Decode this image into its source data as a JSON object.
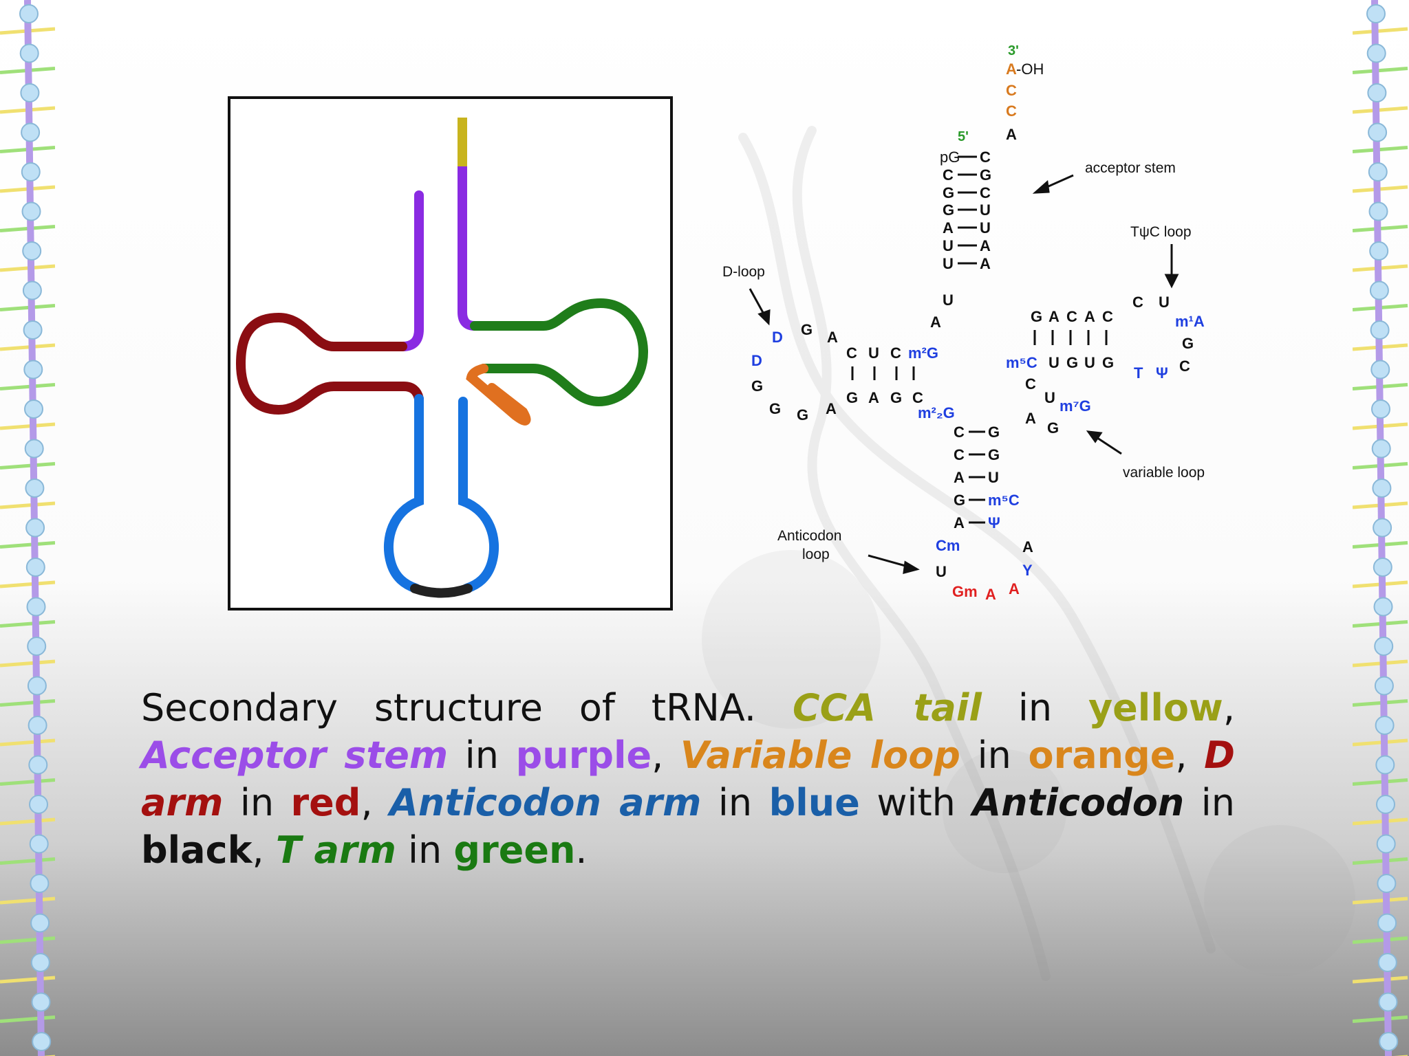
{
  "colors": {
    "cca_tail": "#c8b41e",
    "acceptor_stem": "#8a2be2",
    "variable_loop": "#e07020",
    "d_arm": "#8b0d12",
    "anticodon_arm": "#1673e0",
    "anticodon": "#222222",
    "t_arm": "#1f7d1a",
    "caption_yellow": "#9aa017",
    "caption_purple": "#9b4de8",
    "caption_orange": "#d9861c",
    "caption_red": "#a4100f",
    "caption_blue": "#1a5fa8",
    "caption_green": "#1a7a12",
    "base_blue": "#1f3fe0",
    "base_red": "#e02020",
    "base_green": "#2a9a2a",
    "base_orange": "#d87a1f",
    "rail_purple": "#b49ae8",
    "rail_node": "#bfe0f5",
    "rung_green": "#9fe07a",
    "rung_yellow": "#f0e070"
  },
  "diagram": {
    "labels": {
      "three_prime": "3'",
      "five_prime": "5'",
      "oh": "-OH",
      "acceptor_stem": "acceptor stem",
      "tpsic_loop": "TψC loop",
      "d_loop": "D-loop",
      "variable_loop": "variable loop",
      "anticodon_loop_1": "Anticodon",
      "anticodon_loop_2": "loop"
    },
    "bases": {
      "cca_a": "A",
      "cca_c1": "C",
      "cca_c2": "C",
      "discr_a": "A",
      "pg": "pG",
      "acc_left": [
        "C",
        "G",
        "G",
        "A",
        "U",
        "U"
      ],
      "acc_right": [
        "C",
        "G",
        "C",
        "U",
        "U",
        "A",
        "A"
      ],
      "u8": "U",
      "a9": "A",
      "d_stem_top": [
        "C",
        "U",
        "C"
      ],
      "d_stem_m2g": "m²G",
      "d_stem_bottom": [
        "G",
        "A",
        "G",
        "C"
      ],
      "d_loop_a": "A",
      "d_loop_g1": "G",
      "d_loop_d1": "D",
      "d_loop_d2": "D",
      "d_loop_g2": "G",
      "d_loop_g3": "G",
      "d_loop_g4": "G",
      "d_loop_a2": "A",
      "m22g": "m²₂G",
      "t_stem_top": [
        "G",
        "A",
        "C",
        "A",
        "C"
      ],
      "t_stem_bottom_m5c": "m⁵C",
      "t_stem_bottom": [
        "U",
        "G",
        "U",
        "G"
      ],
      "t_loop_c": "C",
      "t_loop_u": "U",
      "t_loop_m1a": "m¹A",
      "t_loop_g": "G",
      "t_loop_c2": "C",
      "t_loop_t": "T",
      "t_loop_psi": "Ψ",
      "var_c": "C",
      "var_u": "U",
      "var_m7g": "m⁷G",
      "var_a": "A",
      "var_g": "G",
      "ac_left": [
        "C",
        "C",
        "A",
        "G",
        "A"
      ],
      "ac_right": [
        "G",
        "G",
        "U",
        "m⁵C",
        "Ψ"
      ],
      "ac_cm": "Cm",
      "ac_u": "U",
      "ac_gm": "Gm",
      "ac_a1": "A",
      "ac_a2": "A",
      "ac_y": "Y",
      "ac_a3": "A"
    }
  },
  "caption": {
    "t1": "Secondary structure of tRNA. ",
    "cca_tail": "CCA tail",
    "t2": " in ",
    "yellow": "yellow",
    "t3": ", ",
    "acceptor_stem": "Acceptor stem",
    "t4": " in ",
    "purple": "purple",
    "t5": ", ",
    "variable_loop": "Variable loop",
    "t6": " in ",
    "orange": "orange",
    "t7": ", ",
    "d_arm": "D arm",
    "t8": " in ",
    "red": "red",
    "t9": ", ",
    "anticodon_arm": "Anticodon arm",
    "t10": " in ",
    "blue": "blue",
    "t11": " with ",
    "anticodon": "Anticodon",
    "t12": " in ",
    "black": "black",
    "t13": ", ",
    "t_arm": "T arm",
    "t14": " in ",
    "green": "green",
    "t15": "."
  }
}
